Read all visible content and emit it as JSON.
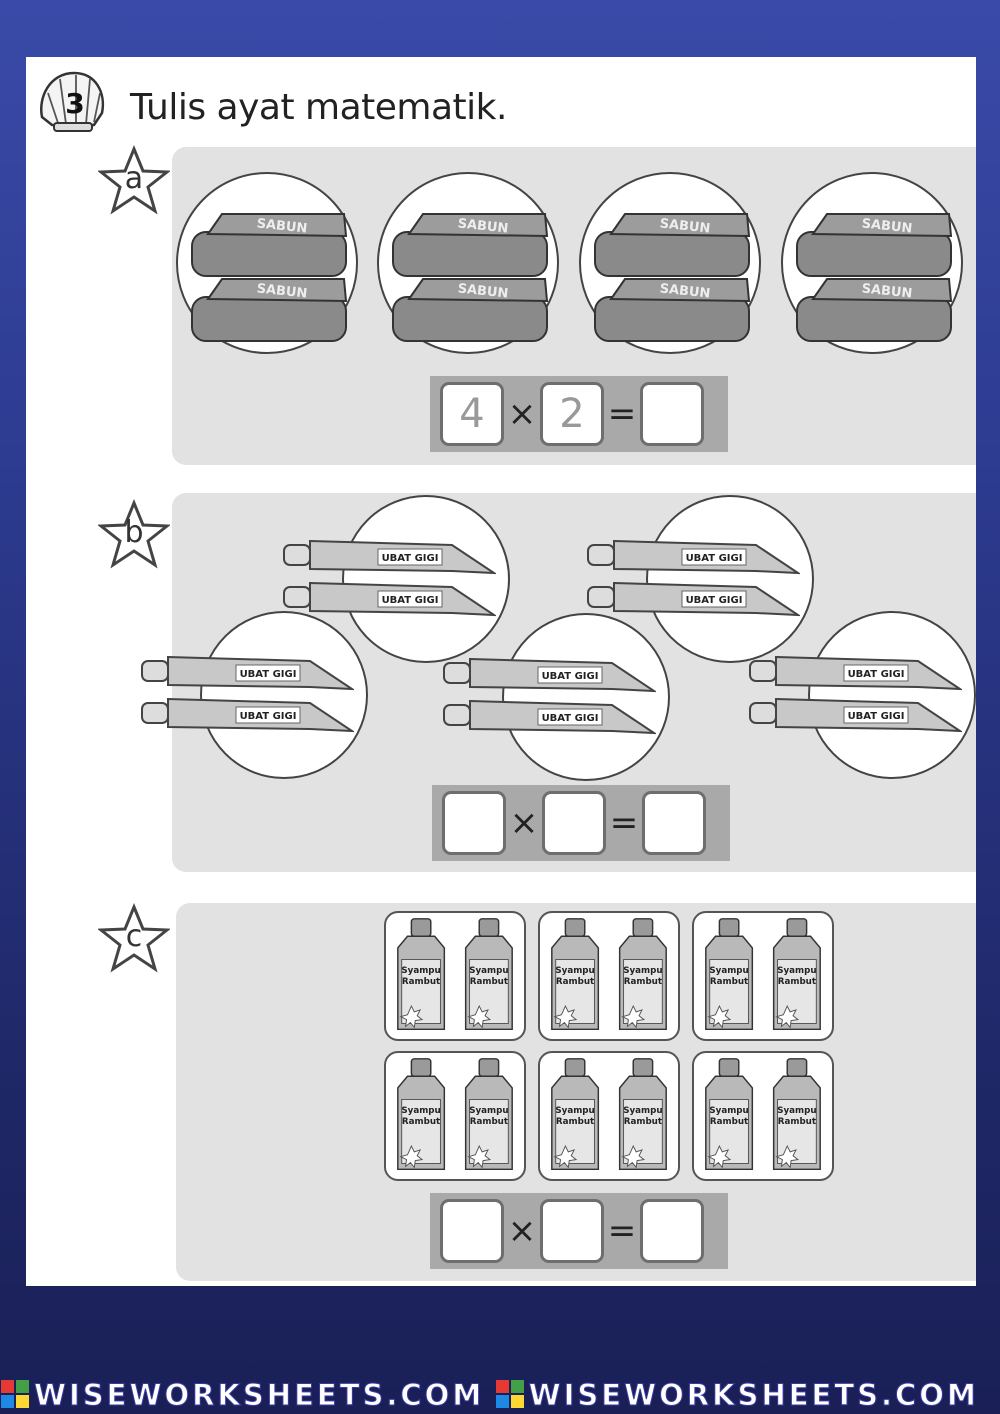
{
  "header": {
    "number": "3",
    "title": "Tulis ayat matematik."
  },
  "sections": [
    {
      "letter": "a",
      "item_label": "SABUN",
      "equation": {
        "first": "4",
        "op": "×",
        "second": "2",
        "eq": "=",
        "result": ""
      }
    },
    {
      "letter": "b",
      "item_label": "UBAT GIGI",
      "equation": {
        "first": "",
        "op": "×",
        "second": "",
        "eq": "=",
        "result": ""
      }
    },
    {
      "letter": "c",
      "item_label_line1": "Syampu",
      "item_label_line2": "Rambut",
      "equation": {
        "first": "",
        "op": "×",
        "second": "",
        "eq": "=",
        "result": ""
      }
    }
  ],
  "footer": {
    "watermark": "WISEWORKSHEETS.COM"
  }
}
